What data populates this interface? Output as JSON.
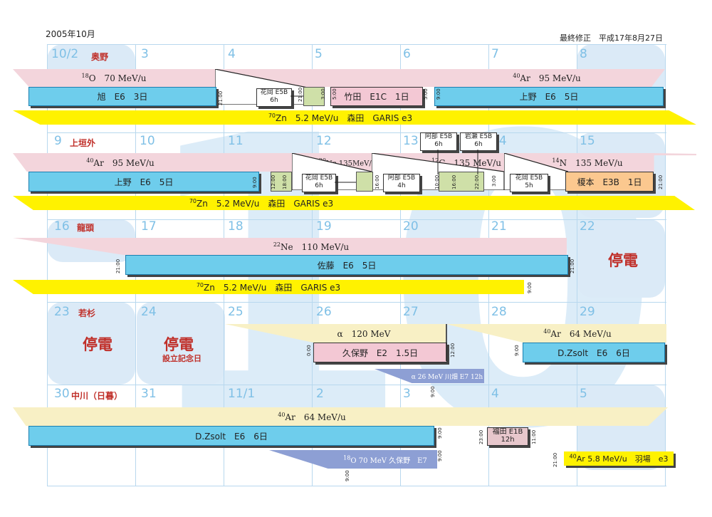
{
  "header": {
    "title": "2005年10月",
    "revised": "最終修正　平成17年8月27日"
  },
  "days": [
    "10/2",
    "3",
    "4",
    "5",
    "6",
    "7",
    "8",
    "9",
    "10",
    "11",
    "12",
    "13",
    "14",
    "15",
    "16",
    "17",
    "18",
    "19",
    "20",
    "21",
    "22",
    "23",
    "24",
    "25",
    "26",
    "27",
    "28",
    "29",
    "30",
    "31",
    "11/1",
    "2",
    "3",
    "4",
    "5"
  ],
  "week_names": [
    "奥野",
    "上垣外",
    "龍頭",
    "若杉",
    "中川（日暮）"
  ],
  "outages": {
    "d22": "停電",
    "d23": "停電",
    "d24": "停電",
    "d24_note": "設立記念日"
  },
  "w1": {
    "o18": "O　70 MeV/u",
    "o18_iso": "18",
    "ar40": "Ar　95 MeV/u",
    "ar40_iso": "40",
    "asahi": "旭　E6　3日",
    "hanaoka": "花岡 E5B",
    "hanaoka_h": "6h",
    "takeda": "竹田　E1C　1日",
    "ueno": "上野　E6　5日",
    "zn": "Zn　5.2 MeV/u　森田　GARIS e3",
    "zn_iso": "70",
    "t1": "21:00",
    "t2": "21:00",
    "t3": "3:00",
    "t4": "5:00",
    "t5": "5:00",
    "t6": "9:00"
  },
  "w2": {
    "ar40": "Ar　95 MeV/u",
    "ar40_iso": "40",
    "ne20": "Ne 135MeV/u",
    "ne20_iso": "20",
    "c12": "C　135 MeV/u",
    "c12_iso": "12",
    "n14": "N　135 MeV/u",
    "n14_iso": "14",
    "ueno": "上野　E6　5日",
    "hanaoka1": "花岡 E5B",
    "hanaoka1_h": "6h",
    "abe1": "阿部 E5B",
    "abe1_h": "4h",
    "abe2": "阿部 E5B",
    "abe2_h": "6h",
    "iwase": "岩瀬 E5B",
    "iwase_h": "6h",
    "hanaoka2": "花岡 E5B",
    "hanaoka2_h": "5h",
    "enomoto": "榎本　E3B　1日",
    "zn": "Zn　5.2 MeV/u　森田　GARIS e3",
    "zn_iso": "70",
    "t1": "9:00",
    "t2": "12:00",
    "t3": "18:00",
    "t4": "16:00",
    "t5": "10:00",
    "t6": "16:00",
    "t7": "22:00",
    "t8": "3:00",
    "t9": "21:00"
  },
  "w3": {
    "ne22": "Ne　110 MeV/u",
    "ne22_iso": "22",
    "sato": "佐藤　E6　5日",
    "zn": "Zn　5.2 MeV/u　森田　GARIS e3",
    "zn_iso": "70",
    "t1": "21:00",
    "t2": "21:00",
    "t3": "9:00"
  },
  "w4": {
    "alpha": "α　120 MeV",
    "kubono": "久保野　E2　1.5日",
    "ar40": "Ar　64 MeV/u",
    "ar40_iso": "40",
    "dzsolt": "D.Zsolt　E6　6日",
    "alpha26": "α 26 MeV 川畑 E7 12h",
    "t1": "0:00",
    "t2": "12:00",
    "t3": "9:00",
    "t4": "9:00"
  },
  "w5": {
    "ar40": "Ar　64 MeV/u",
    "ar40_iso": "40",
    "dzsolt": "D.Zsolt　E6　6日",
    "fukuda": "福田 E1B",
    "fukuda_h": "12h",
    "o18": "O 70 MeV 久保野　E7",
    "o18_iso": "18",
    "ar58": "Ar 5.8 MeV/u　羽場　e3",
    "ar58_iso": "40",
    "t1": "9:00",
    "t2": "23:00",
    "t3": "11:00",
    "t4": "9:00",
    "t5": "9:00",
    "t6": "21:00"
  },
  "colors": {
    "pink": "#f3d5dc",
    "cyan": "#6ecdec",
    "yellow": "#fff200",
    "cream": "#f8f0c5",
    "red": "#c0302a",
    "grid": "#b8d8ee"
  }
}
